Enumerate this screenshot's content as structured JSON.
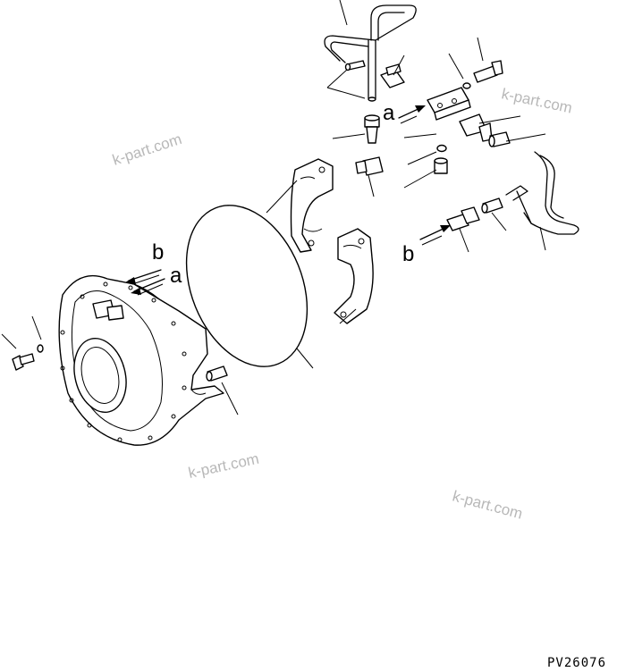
{
  "callouts": {
    "a": "a",
    "b": "b"
  },
  "watermark": "k-part.com",
  "drawing_code": "PV26076"
}
